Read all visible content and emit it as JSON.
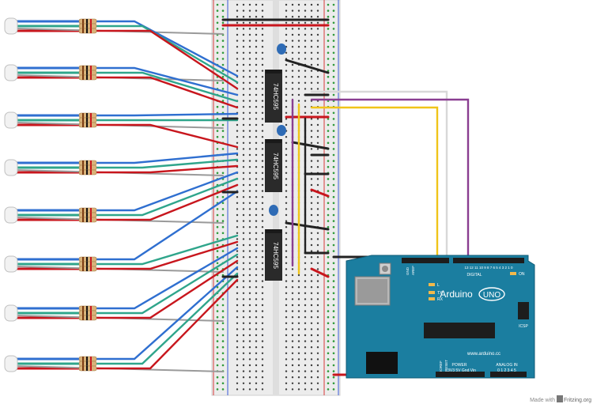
{
  "chips": [
    {
      "part": "74HC595"
    },
    {
      "part": "74HC595"
    },
    {
      "part": "74HC595"
    }
  ],
  "arduino": {
    "brand": "Arduino",
    "model": "UNO",
    "site": "www.arduino.cc",
    "digital_label": "DIGITAL",
    "power_label": "POWER",
    "analog_label": "ANALOG IN",
    "tx_label": "TX",
    "rx_label": "RX",
    "l_label": "L",
    "on_label": "ON",
    "icsp_label": "ICSP",
    "aref_label": "AREF",
    "gnd_label": "GND",
    "reset_label": "RESET",
    "ioref_label": "IOREF",
    "power_pins": "3V3 5V Gnd Vin",
    "analog_pins": "0 1 2 3 4 5",
    "digital_pins": "13 12 11 10 9 8 7 6 5 4 3 2 1 0"
  },
  "footer": {
    "made_with": "Made with",
    "fritzing": "Fritzing.org"
  },
  "colors": {
    "red_wire": "#c8161d",
    "blue_wire": "#2f6fd0",
    "green_wire": "#2fa58b",
    "black_wire": "#222222",
    "gray_wire": "#9a9a9a",
    "yellow_wire": "#f0c419",
    "purple_wire": "#8a3e91",
    "white_wire": "#d8d8d8",
    "arduino_blue": "#1b7ea0",
    "chip_body": "#2a2a2a",
    "breadboard": "#ececec"
  }
}
